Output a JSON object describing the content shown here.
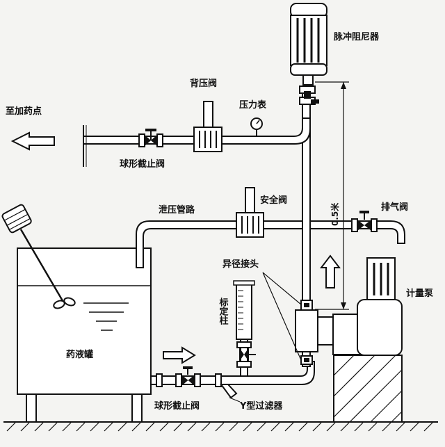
{
  "labels": {
    "pulse_damper": "脉冲阻尼器",
    "back_pressure_valve": "背压阀",
    "to_dosing_point": "至加药点",
    "pressure_gauge": "压力表",
    "ball_valve_top": "球形截止阀",
    "relief_line": "泄压管路",
    "safety_valve": "安全阀",
    "vent_valve": "排气阀",
    "height_dim": "0.5米",
    "reducer": "异径接头",
    "calibration_column": "标定柱",
    "metering_pump": "计量泵",
    "chemical_tank": "药液罐",
    "ball_valve_bottom": "球形截止阀",
    "y_strainer": "Y型过滤器"
  },
  "colors": {
    "line": "#111111",
    "background": "#f4f4f2",
    "fill": "#ffffff"
  }
}
